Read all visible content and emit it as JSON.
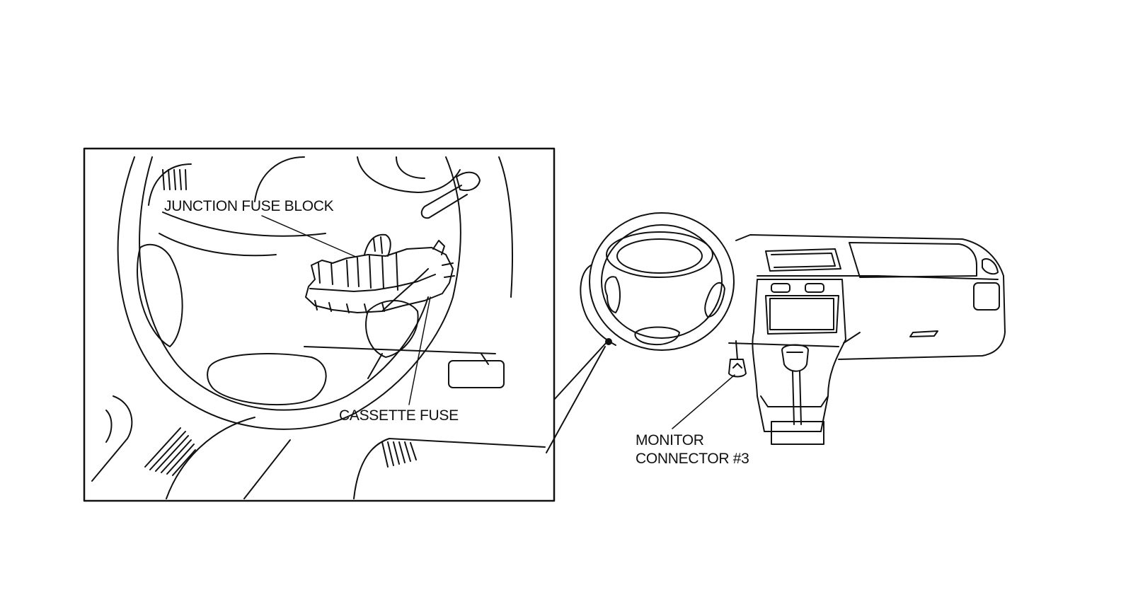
{
  "labels": {
    "junction_fuse_block": "JUNCTION FUSE BLOCK",
    "cassette_fuse": "CASSETTE FUSE",
    "monitor_connector_line1": "MONITOR",
    "monitor_connector_line2": "CONNECTOR #3"
  },
  "colors": {
    "ink": "#111111",
    "paper": "#ffffff"
  }
}
